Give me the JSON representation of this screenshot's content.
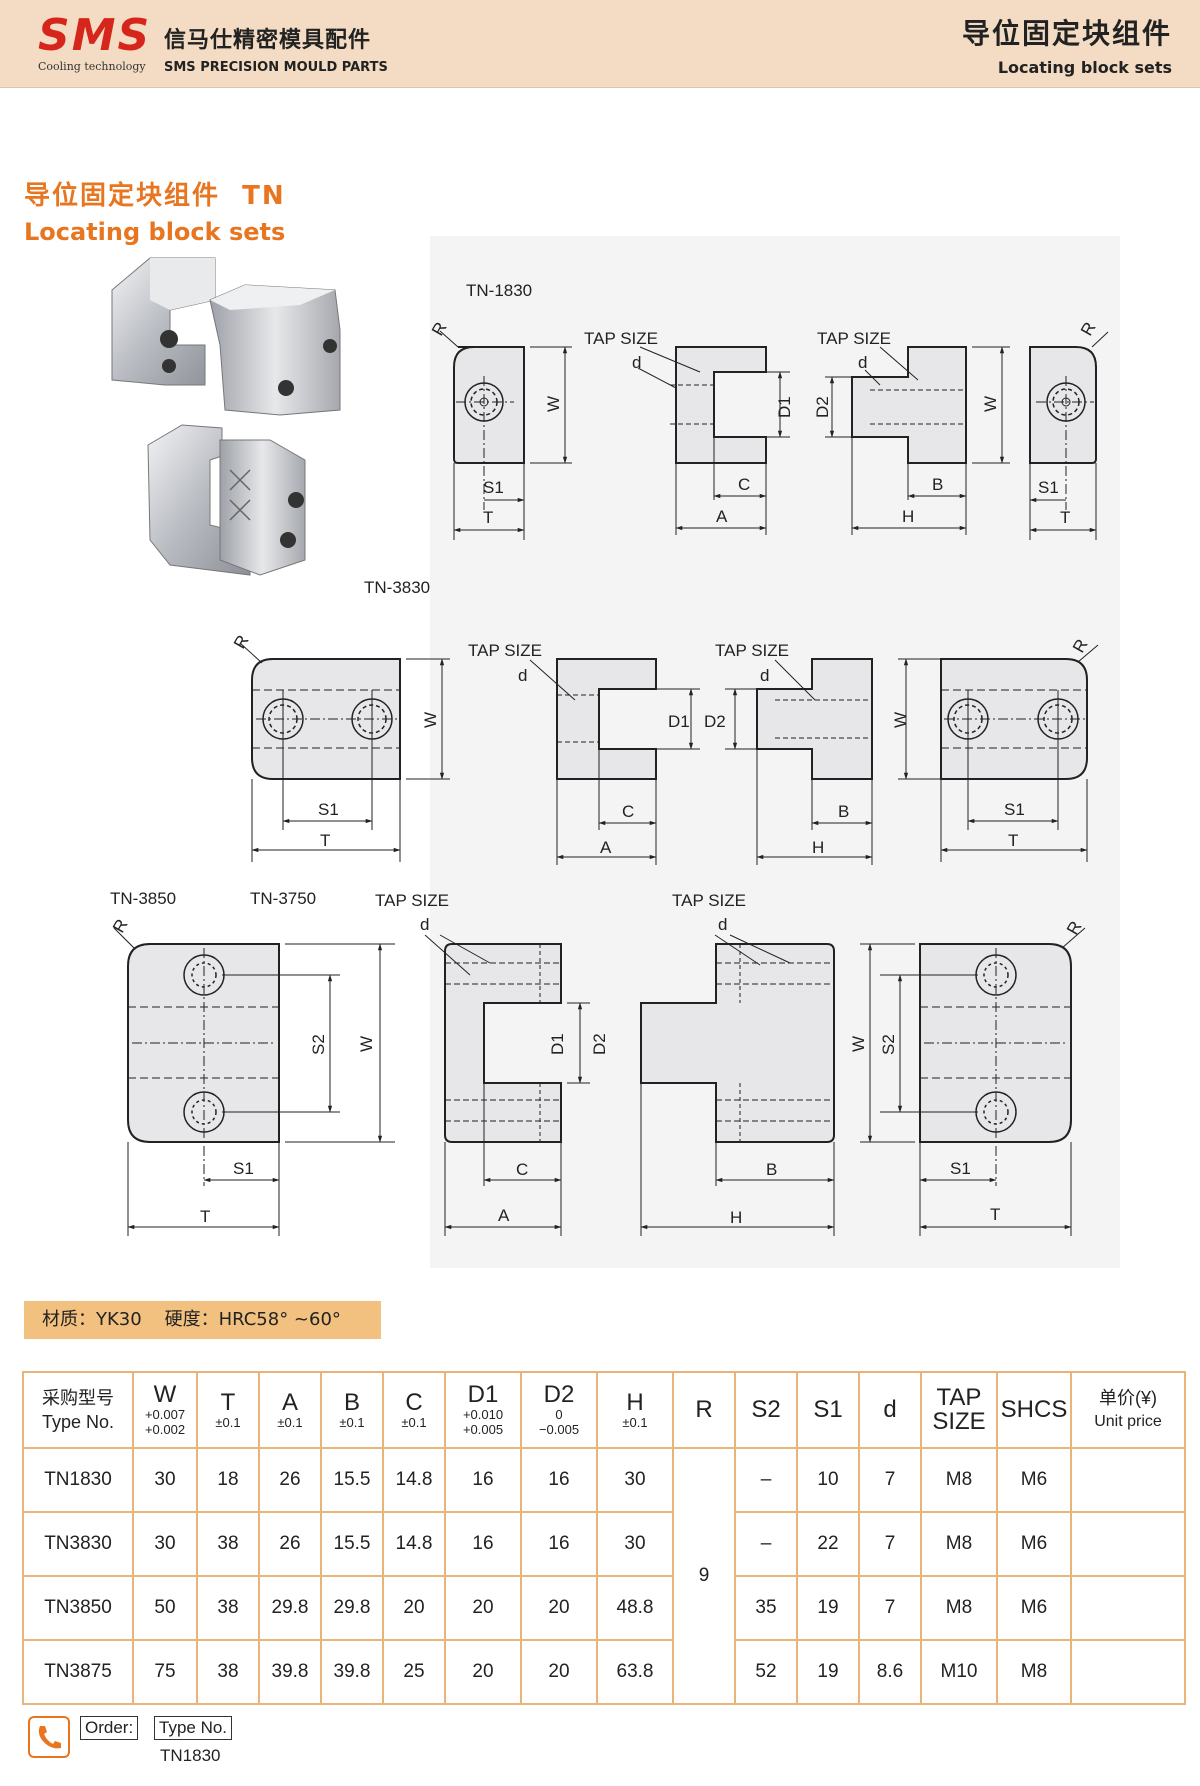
{
  "header": {
    "logo_text": "SMS",
    "logo_tagline": "Cooling technology",
    "brand_cn": "信马仕精密模具配件",
    "brand_en": "SMS PRECISION MOULD PARTS",
    "title_cn": "导位固定块组件",
    "title_en": "Locating block sets"
  },
  "section": {
    "title_cn": "导位固定块组件  TN",
    "title_en": "Locating block sets"
  },
  "drawing": {
    "models": [
      "TN-1830",
      "TN-3830",
      "TN-3850",
      "TN-3750"
    ],
    "labels": {
      "R": "R",
      "W": "W",
      "T": "T",
      "S1": "S1",
      "S2": "S2",
      "A": "A",
      "B": "B",
      "C": "C",
      "H": "H",
      "D1": "D1",
      "D2": "D2",
      "d": "d",
      "tap": "TAP SIZE"
    }
  },
  "material": "材质：YK30    硬度：HRC58° ~60°",
  "table": {
    "headers": [
      {
        "main": "采购型号",
        "sub": "Type No."
      },
      {
        "main": "W",
        "sub": "+0.007",
        "sub2": "+0.002"
      },
      {
        "main": "T",
        "sub": "±0.1"
      },
      {
        "main": "A",
        "sub": "±0.1"
      },
      {
        "main": "B",
        "sub": "±0.1"
      },
      {
        "main": "C",
        "sub": "±0.1"
      },
      {
        "main": "D1",
        "sub": "+0.010",
        "sub2": "+0.005"
      },
      {
        "main": "D2",
        "sub": "0",
        "sub2": "−0.005"
      },
      {
        "main": "H",
        "sub": "±0.1"
      },
      {
        "main": "R"
      },
      {
        "main": "S2"
      },
      {
        "main": "S1"
      },
      {
        "main": "d"
      },
      {
        "main": "TAP",
        "main2": "SIZE"
      },
      {
        "main": "SHCS"
      },
      {
        "main": "单价(¥)",
        "sub": "Unit price"
      }
    ],
    "rows": [
      [
        "TN1830",
        "30",
        "18",
        "26",
        "15.5",
        "14.8",
        "16",
        "16",
        "30",
        "–",
        "10",
        "7",
        "M8",
        "M6",
        ""
      ],
      [
        "TN3830",
        "30",
        "38",
        "26",
        "15.5",
        "14.8",
        "16",
        "16",
        "30",
        "–",
        "22",
        "7",
        "M8",
        "M6",
        ""
      ],
      [
        "TN3850",
        "50",
        "38",
        "29.8",
        "29.8",
        "20",
        "20",
        "20",
        "48.8",
        "35",
        "19",
        "7",
        "M8",
        "M6",
        ""
      ],
      [
        "TN3875",
        "75",
        "38",
        "39.8",
        "39.8",
        "25",
        "20",
        "20",
        "63.8",
        "52",
        "19",
        "8.6",
        "M10",
        "M8",
        ""
      ]
    ],
    "r_value": "9"
  },
  "order": {
    "label": "Order:",
    "type_label": "Type No.",
    "example": "TN1830"
  }
}
